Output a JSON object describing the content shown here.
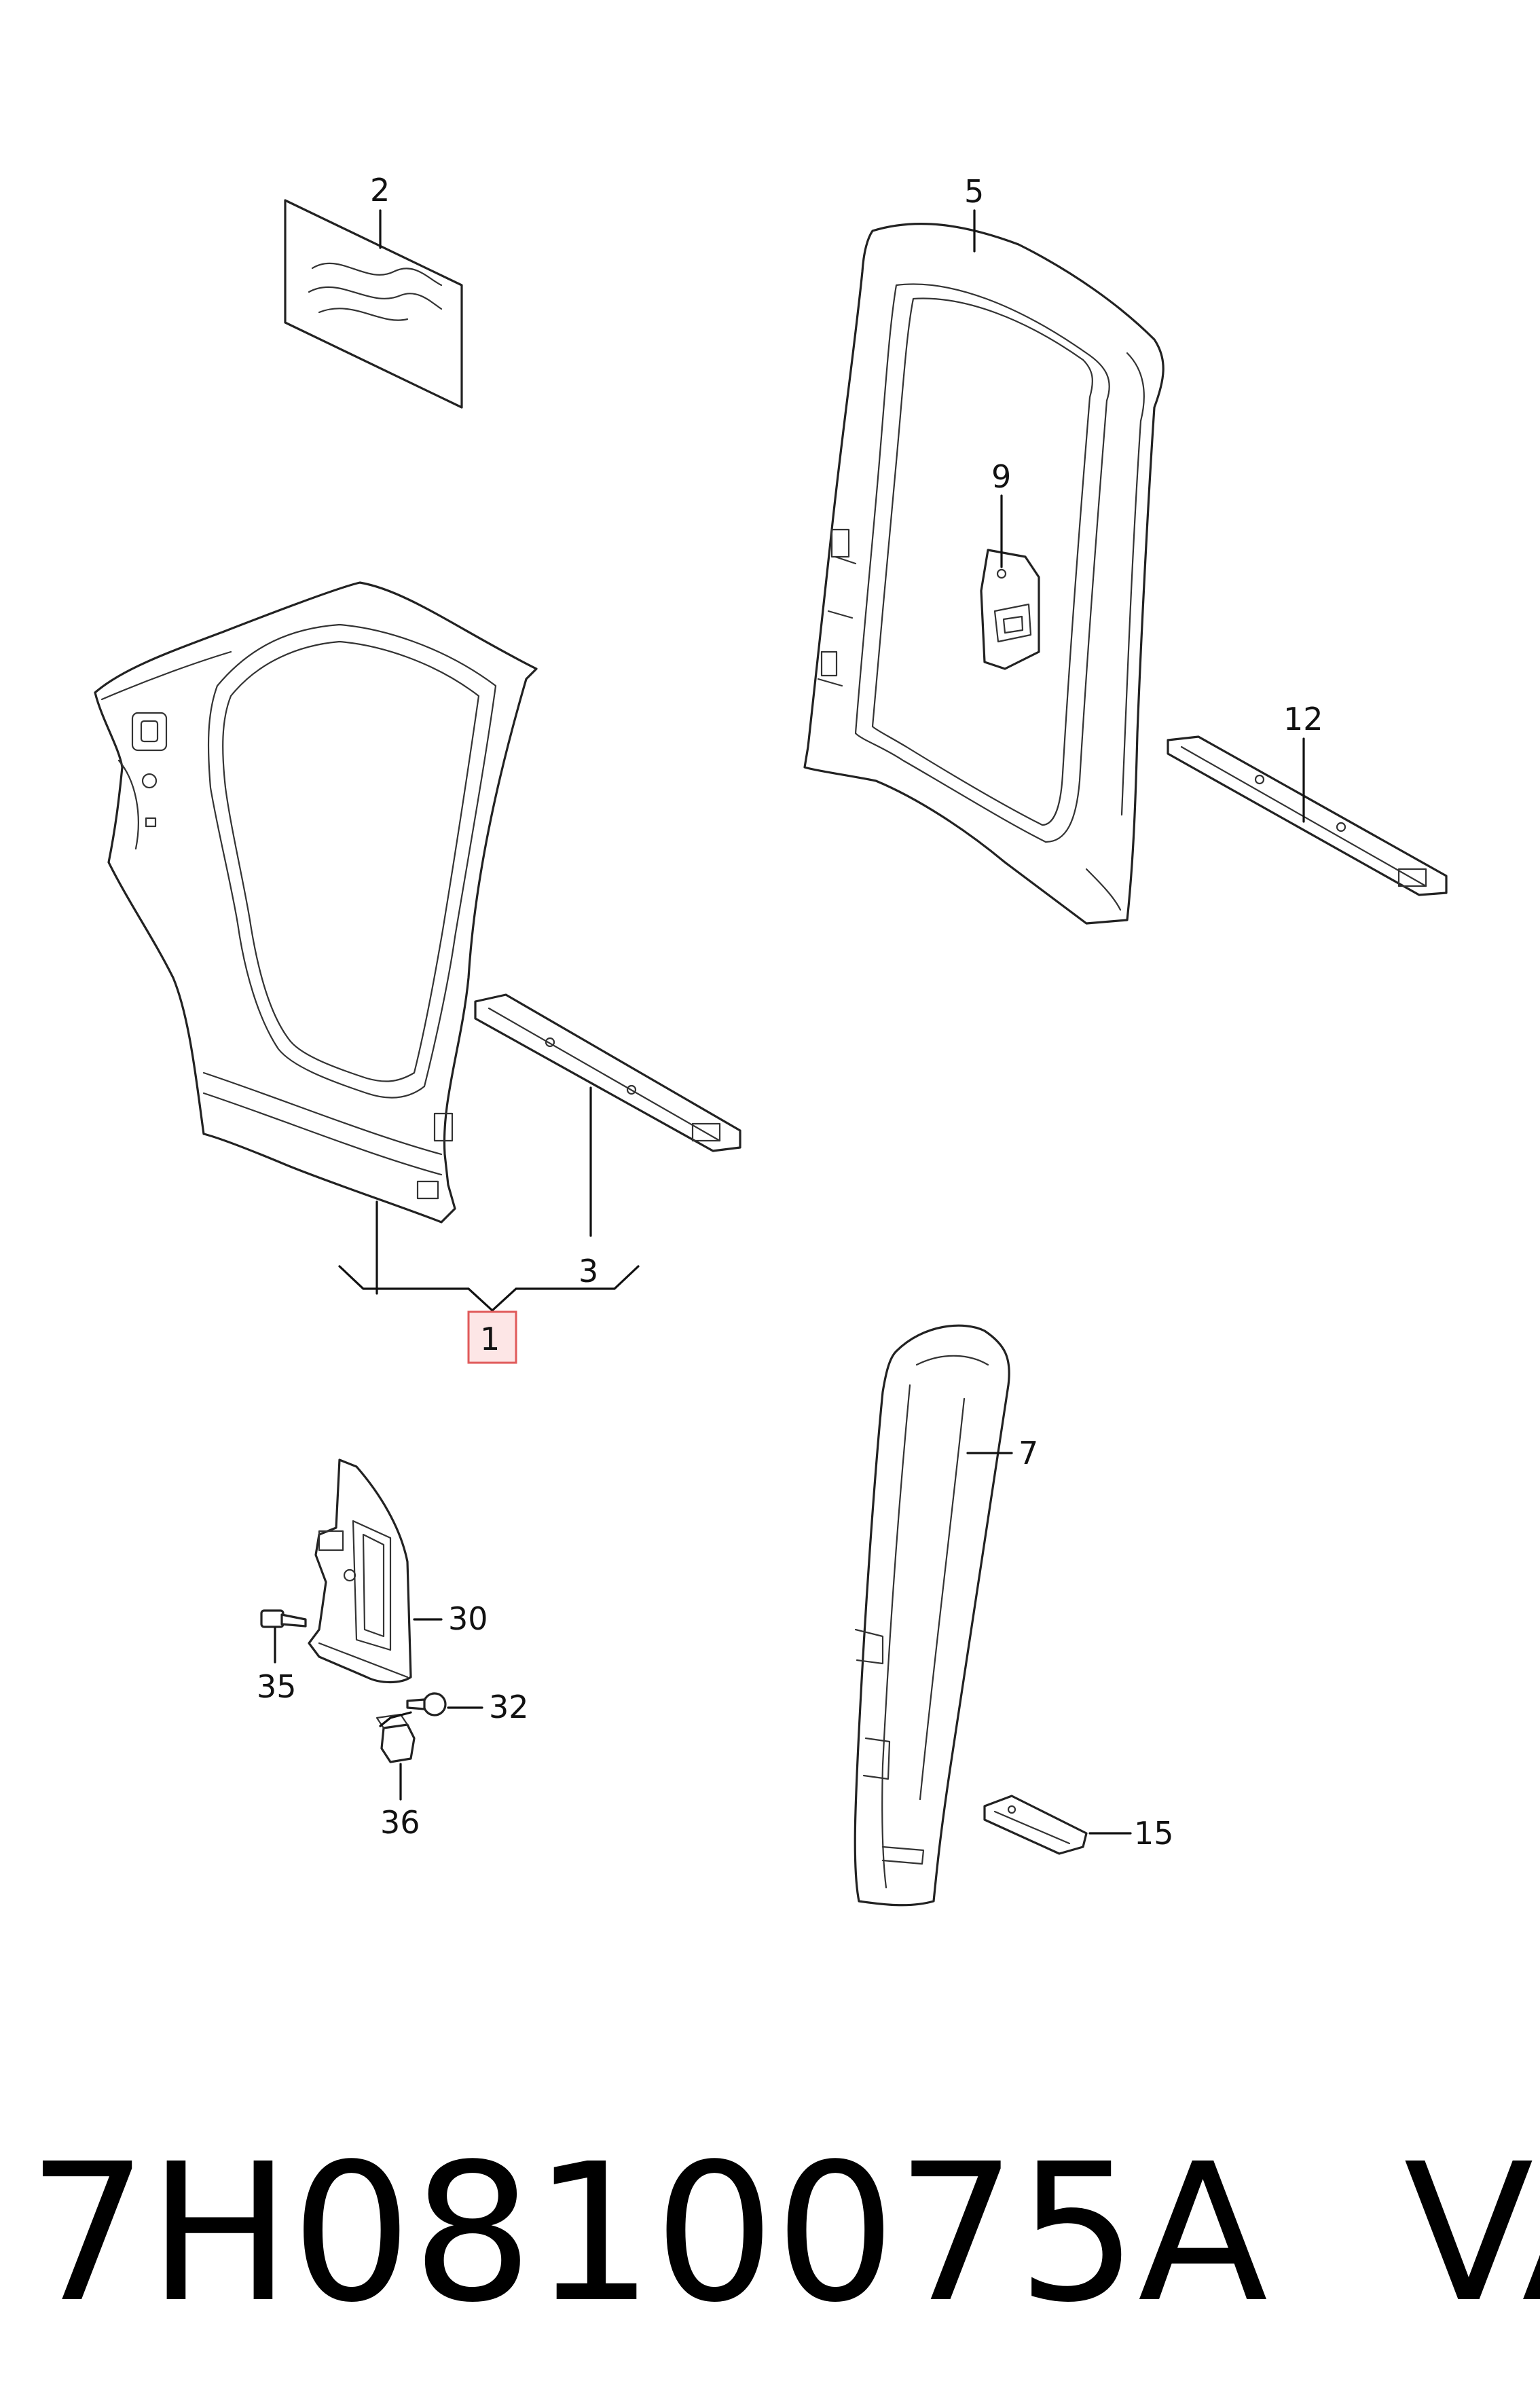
{
  "callouts": {
    "c1": "1",
    "c2": "2",
    "c3": "3",
    "c5": "5",
    "c7": "7",
    "c9": "9",
    "c12": "12",
    "c15": "15",
    "c30": "30",
    "c32": "32",
    "c35": "35",
    "c36": "36"
  },
  "highlighted_callout": "1",
  "footer": {
    "part_number": "7H0810075A",
    "brand": "VAG"
  },
  "colors": {
    "line": "#222222",
    "highlight_fill": "#fde6e6",
    "highlight_stroke": "#e05a5a"
  }
}
